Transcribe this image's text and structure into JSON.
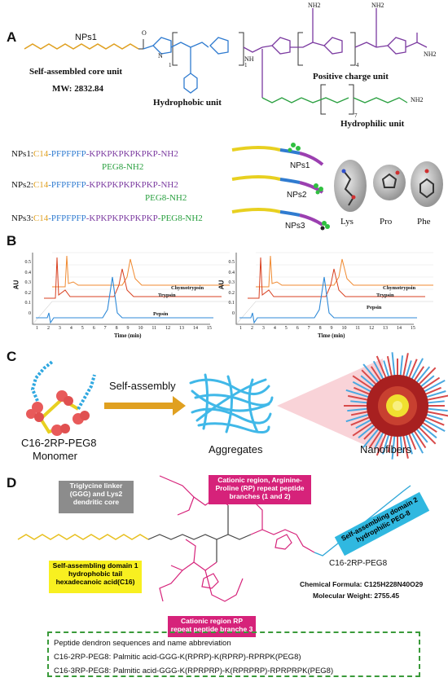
{
  "panelA": {
    "label": "A",
    "nps1_struct": "NPs1",
    "core_unit": "Self-assembled core unit",
    "mw": "MW: 2832.84",
    "hydrophobic": "Hydrophobic unit",
    "positive": "Positive charge unit",
    "hydrophilic": "Hydrophilic unit",
    "subscript_1a": "1",
    "subscript_1b": "1",
    "subscript_4": "4",
    "subscript_7": "7",
    "nh2": "NH2",
    "o": "O",
    "n": "N",
    "nh": "NH",
    "sequences": [
      {
        "name": "NPs1:",
        "c14": "C14",
        "pro": "-PFPFPFP",
        "pos": "-KPKPKPKPKPKP-NH2",
        "peg": "PEG8-NH2"
      },
      {
        "name": "NPs2:",
        "c14": "C14",
        "pro": "-PFPFPFP",
        "pos": "-KPKPKPKPKPKP-NH2",
        "peg": "PEG8-NH2"
      },
      {
        "name": "NPs3:",
        "c14": "C14",
        "pro": "-PFPFPFP",
        "pos": "-KPKPKPKPKPKP",
        "peg": "-PEG8-NH2"
      }
    ],
    "cartoon_labels": [
      "NPs1",
      "NPs2",
      "NPs3"
    ],
    "amino_acids": [
      "Lys",
      "Pro",
      "Phe"
    ]
  },
  "panelB": {
    "label": "B",
    "charts": [
      {
        "ylabel": "AU",
        "xlabel": "Time (min)",
        "traces": [
          "Chymotrypsin",
          "Trypsin",
          "Pepsin"
        ],
        "yticks": [
          "0.5",
          "0.4",
          "0.3",
          "0.2",
          "0.1",
          "0"
        ],
        "xticks": [
          "1",
          "2",
          "3",
          "4",
          "5",
          "6",
          "7",
          "8",
          "9",
          "10",
          "11",
          "12",
          "13",
          "14",
          "15"
        ]
      },
      {
        "ylabel": "AU",
        "xlabel": "Time (min)",
        "traces": [
          "Chymotrypsin",
          "Trypsin",
          "Pepsin"
        ],
        "yticks": [
          "0.5",
          "0.4",
          "0.3",
          "0.2",
          "0.1",
          "0"
        ],
        "xticks": [
          "1",
          "2",
          "3",
          "4",
          "5",
          "6",
          "7",
          "8",
          "9",
          "10",
          "11",
          "12",
          "13",
          "14",
          "15"
        ]
      }
    ]
  },
  "panelC": {
    "label": "C",
    "arrow_text": "Self-assembly",
    "monomer_line1": "C16-2RP-PEG8",
    "monomer_line2": "Monomer",
    "aggregates": "Aggregates",
    "nanofibers": "Nanofibers"
  },
  "panelD": {
    "label": "D",
    "linker_box": "Triglycine linker (GGG) and Lys2 dendritic core",
    "cationic_box1": "Cationic region, Arginine-Proline (RP) repeat peptide branches (1 and 2)",
    "domain2_box": "Self-assembling domain 2 hydrophilic PEG-8",
    "domain1_box": "Self-assembling domain 1 hydrophobic tail hexadecanoic acid(C16)",
    "cationic_box3": "Cationic region RP repeat peptide branche 3",
    "molecule_name": "C16-2RP-PEG8",
    "formula": "Chemical Formula: C125H228N40O29",
    "mw": "Molecular Weight: 2755.45",
    "sequences_title": "Peptide dendron sequences and name abbreviation",
    "seq1": "C16-2RP-PEG8: Palmitic acid-GGG-K(RPRP)-K(RPRP)-RPRPK(PEG8)",
    "seq2": "C16-3RP-PEG8: Palmitic acid-GGG-K(RPRPRP)-K(RPRPRP)-RPRPRPK(PEG8)"
  },
  "colors": {
    "c14": "#e0a020",
    "hydrophobic": "#2f7bd0",
    "positive": "#7b3aa0",
    "peg": "#2aa040",
    "pepsin": "#2f8ad8",
    "trypsin": "#d84020",
    "chymo": "#f08a30",
    "magenta": "#d6227a"
  }
}
